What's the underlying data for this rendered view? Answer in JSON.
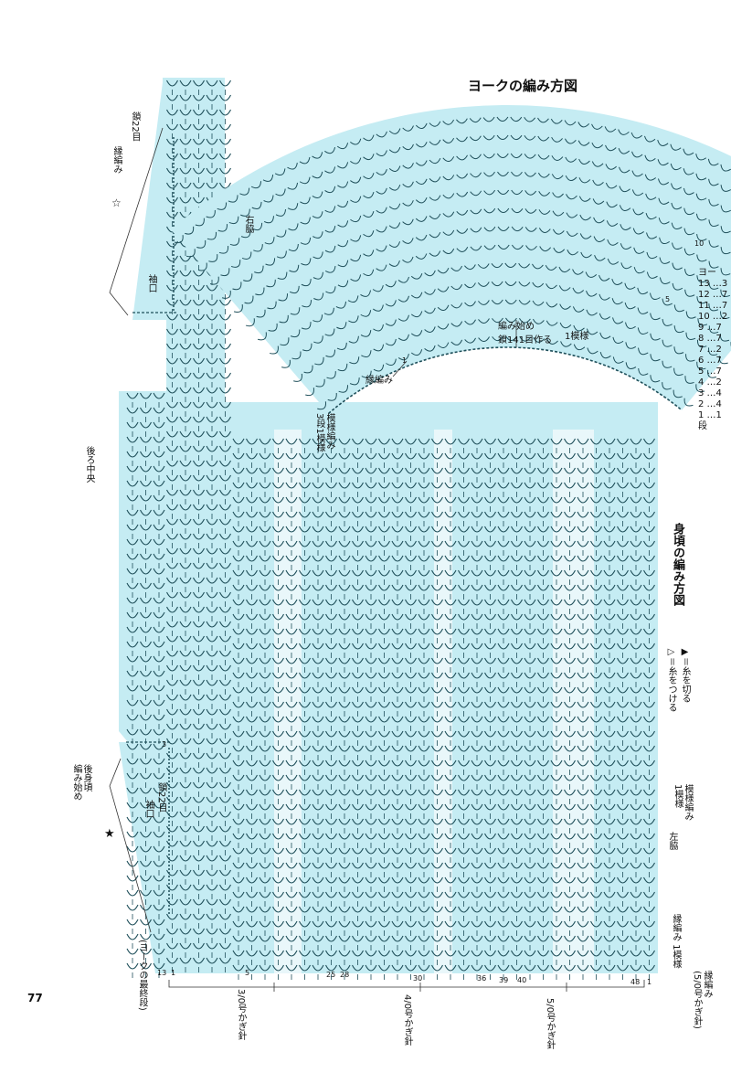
{
  "page_number": "77",
  "yoke": {
    "title": "ヨークの編み方図",
    "start_label": "編み始め",
    "chain_label": "鎖141目作る",
    "repeat_label": "1模様",
    "edge_label": "縁編み",
    "row_number_10": "10",
    "row_number_5": "5",
    "row_number_1": "1",
    "stitch_table": [
      "ヨー",
      "13 …3",
      "12 …7",
      "11 …7",
      "10 …2",
      "9  …7",
      "8  …7",
      "7  …2",
      "6  …7",
      "5  …7",
      "4  …2",
      "3  …4",
      "2  …4",
      "1  …1",
      "段"
    ]
  },
  "body": {
    "title": "身頃の編み方図",
    "legend_attach": "▷＝糸をつける",
    "legend_cut": "▶＝糸を切る",
    "back_center": "後ろ中央",
    "right_side": "右脇",
    "left_side": "左脇",
    "armhole_upper": "袖口",
    "armhole_lower": "袖口",
    "chain22_upper": "鎖22目",
    "chain22_lower": "鎖22目",
    "edging_upper": "縁編み",
    "star_outline": "☆",
    "star_filled": "★",
    "back_start": "後身頃\n編み始め",
    "yoke_end_note": "(ヨークの最終段)",
    "pattern_label_1": "模様編み\n3段1模様",
    "pattern_label_2": "模様編み\n1模様",
    "edging_label": "縁編み 1模様",
    "edging_hook": "縁編み\n(5/0号かぎ針)",
    "hook_30": "3/0号かぎ針",
    "hook_40": "4/0号かぎ針",
    "hook_50": "5/0号かぎ針",
    "row_numbers": [
      "13",
      "1",
      "5",
      "25",
      "28",
      "30",
      "36",
      "39",
      "40",
      "48",
      "1"
    ],
    "row_3": "3"
  },
  "colors": {
    "panel": "#c5ecf3",
    "ink": "#1f4f5a"
  }
}
